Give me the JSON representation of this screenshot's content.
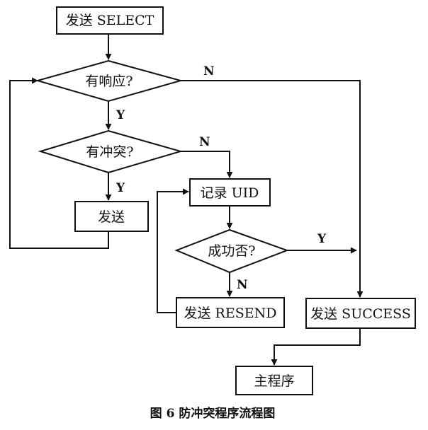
{
  "nodes": {
    "send_select": "发送 SELECT",
    "has_response": "有响应?",
    "has_collision": "有冲突?",
    "send": "发送",
    "record_uid": "记录 UID",
    "success_check": "成功否?",
    "send_resend": "发送 RESEND",
    "send_success": "发送 SUCCESS",
    "main_program": "主程序"
  },
  "edge_labels": {
    "response_no": "N",
    "response_yes": "Y",
    "collision_no": "N",
    "collision_yes": "Y",
    "success_yes": "Y",
    "success_no": "N"
  },
  "caption": "图 6 防冲突程序流程图"
}
